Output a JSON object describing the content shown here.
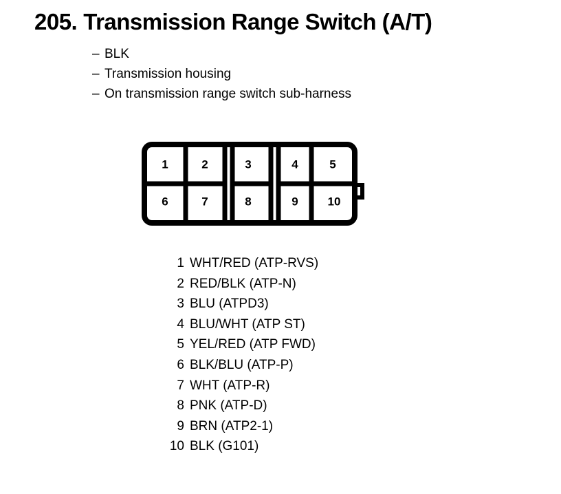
{
  "document": {
    "background_color": "#ffffff",
    "ink_color": "#000000"
  },
  "title": {
    "number": "205.",
    "text": "Transmission Range Switch (A/T)"
  },
  "notes": {
    "dash": "–",
    "items": [
      "BLK",
      "Transmission housing",
      "On transmission range switch sub-harness"
    ]
  },
  "connector": {
    "name": "10-pin-connector-face-view",
    "rows": [
      {
        "cells": [
          "1",
          "2",
          "3",
          "4",
          "5"
        ]
      },
      {
        "cells": [
          "6",
          "7",
          "8",
          "9",
          "10"
        ]
      }
    ],
    "keyway_slots": 2,
    "latch_tab": "right-side-lower"
  },
  "pin_legend": {
    "rows": [
      {
        "pin": "1",
        "label": "WHT/RED (ATP-RVS)"
      },
      {
        "pin": "2",
        "label": "RED/BLK (ATP-N)"
      },
      {
        "pin": "3",
        "label": "BLU (ATPD3)"
      },
      {
        "pin": "4",
        "label": "BLU/WHT (ATP ST)"
      },
      {
        "pin": "5",
        "label": "YEL/RED (ATP FWD)"
      },
      {
        "pin": "6",
        "label": "BLK/BLU (ATP-P)"
      },
      {
        "pin": "7",
        "label": "WHT (ATP-R)"
      },
      {
        "pin": "8",
        "label": "PNK (ATP-D)"
      },
      {
        "pin": "9",
        "label": "BRN (ATP2-1)"
      },
      {
        "pin": "10",
        "label": "BLK (G101)"
      }
    ]
  }
}
